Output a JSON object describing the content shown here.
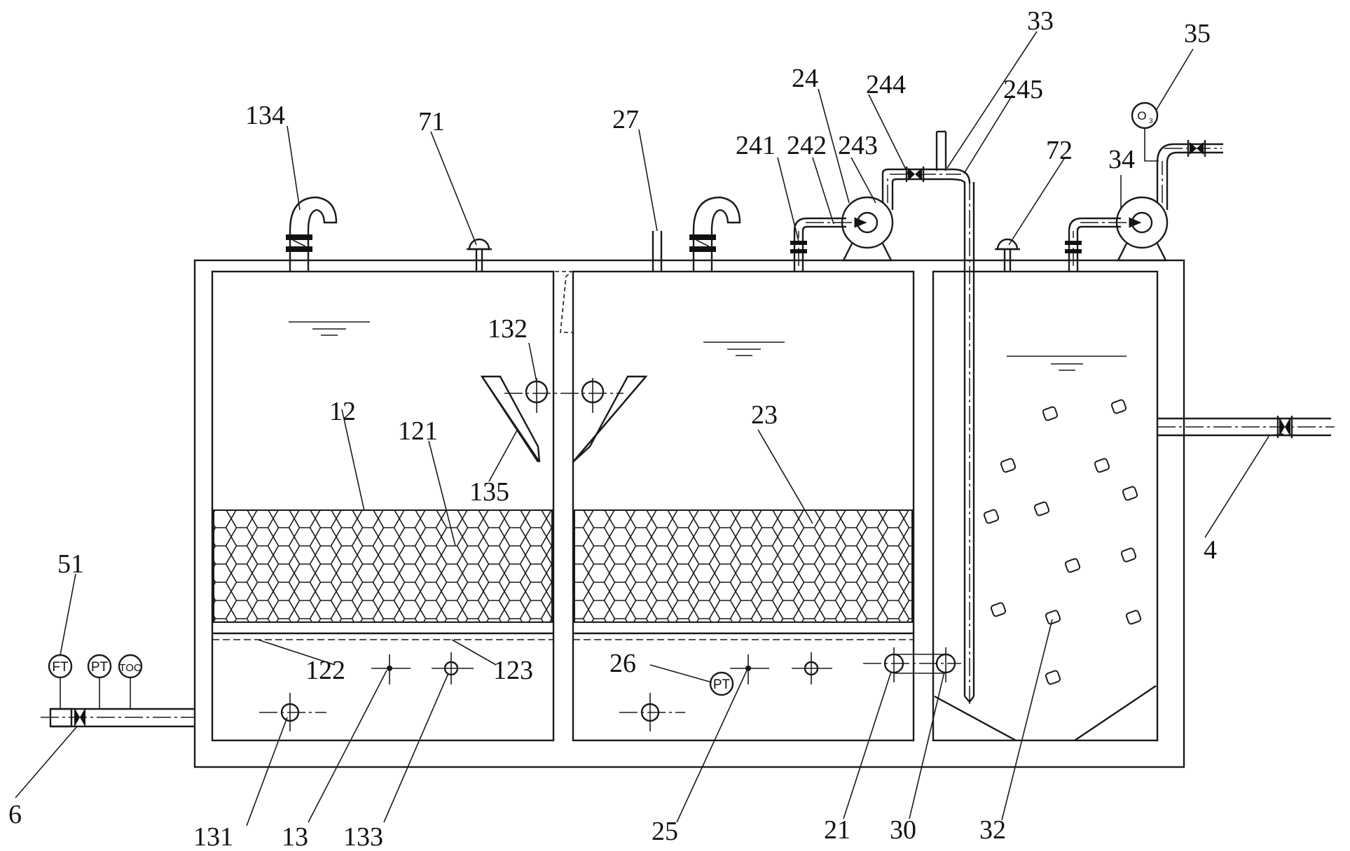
{
  "labels": {
    "l134": "134",
    "l71": "71",
    "l27": "27",
    "l24": "24",
    "l244": "244",
    "l33": "33",
    "l245": "245",
    "l35": "35",
    "l241": "241",
    "l242": "242",
    "l243": "243",
    "l72": "72",
    "l34": "34",
    "l132": "132",
    "l12": "12",
    "l121": "121",
    "l135": "135",
    "l23": "23",
    "l4": "4",
    "l51": "51",
    "l122": "122",
    "l123": "123",
    "l26": "26",
    "l6": "6",
    "l131": "131",
    "l13": "13",
    "l133": "133",
    "l25": "25",
    "l21": "21",
    "l30": "30",
    "l32": "32"
  },
  "instruments": {
    "ft": "FT",
    "pt": "PT",
    "toc": "TOC",
    "pt2": "PT",
    "o3": "O",
    "o3_sub": "3"
  }
}
